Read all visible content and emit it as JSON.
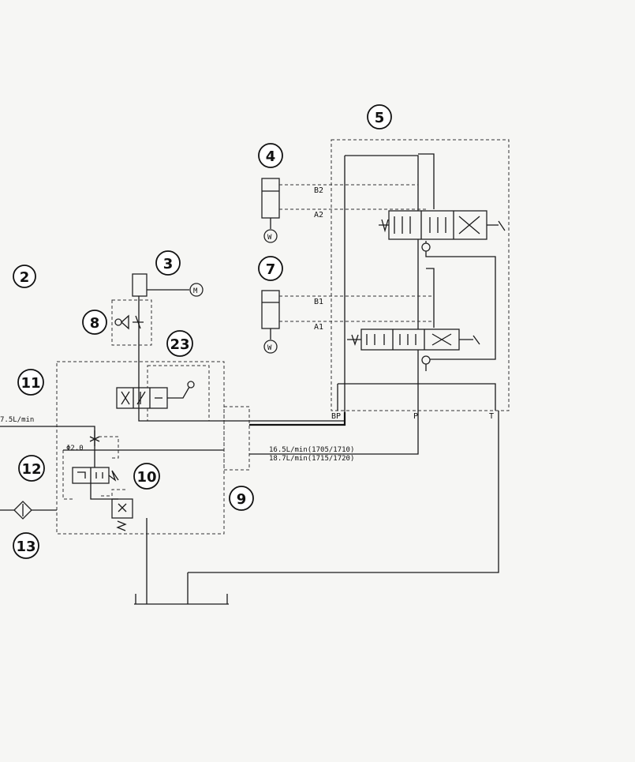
{
  "callouts": [
    {
      "id": "c2",
      "label": "2"
    },
    {
      "id": "c3",
      "label": "3"
    },
    {
      "id": "c4",
      "label": "4"
    },
    {
      "id": "c5",
      "label": "5"
    },
    {
      "id": "c7",
      "label": "7"
    },
    {
      "id": "c8",
      "label": "8"
    },
    {
      "id": "c9",
      "label": "9"
    },
    {
      "id": "c10",
      "label": "10"
    },
    {
      "id": "c11",
      "label": "11"
    },
    {
      "id": "c12",
      "label": "12"
    },
    {
      "id": "c13",
      "label": "13"
    },
    {
      "id": "c23",
      "label": "23"
    }
  ],
  "ports": {
    "b2": "B2",
    "a2": "A2",
    "b1": "B1",
    "a1": "A1",
    "bp": "BP",
    "p": "P",
    "t": "T"
  },
  "annotations": {
    "flow_left": "7.5L/min",
    "orifice": "Φ2.0",
    "flow_1": "16.5L/min(1705/1710)",
    "flow_2": "18.7L/min(1715/1720)",
    "motor_symbol": "M"
  }
}
